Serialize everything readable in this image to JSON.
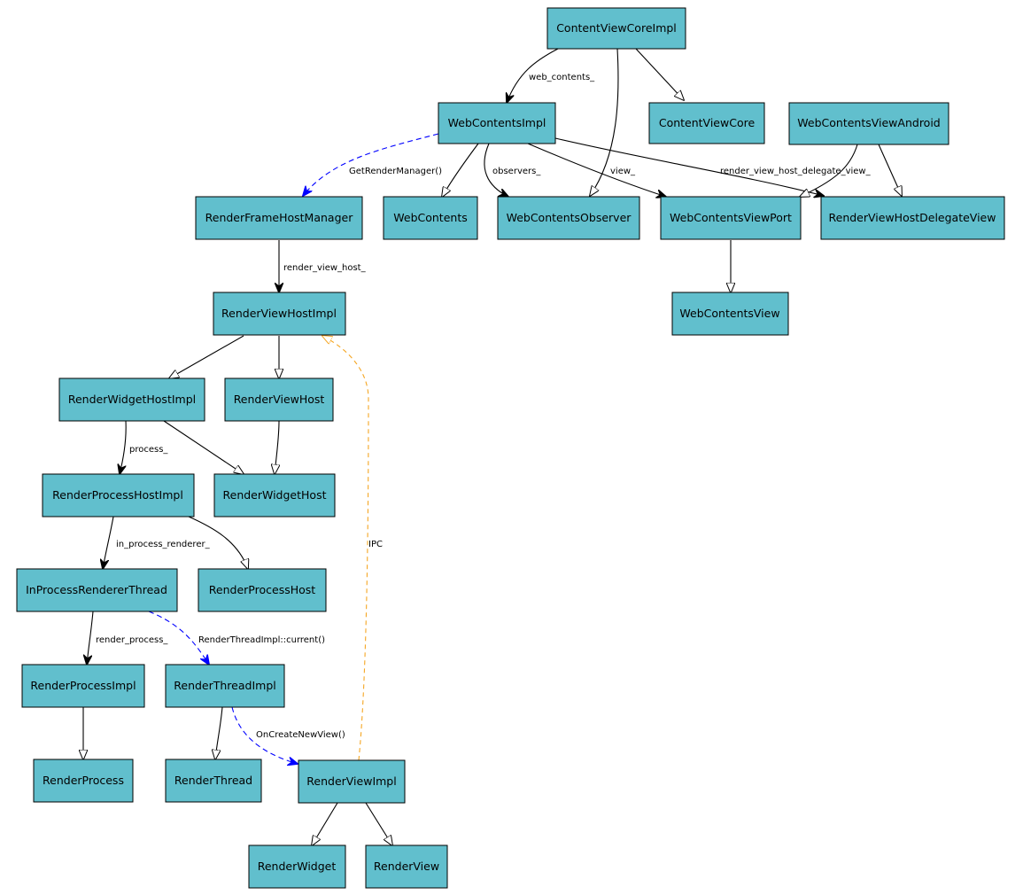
{
  "nodes": {
    "ContentViewCoreImpl": "ContentViewCoreImpl",
    "WebContentsImpl": "WebContentsImpl",
    "ContentViewCore": "ContentViewCore",
    "WebContentsViewAndroid": "WebContentsViewAndroid",
    "RenderFrameHostManager": "RenderFrameHostManager",
    "WebContents": "WebContents",
    "WebContentsObserver": "WebContentsObserver",
    "WebContentsViewPort": "WebContentsViewPort",
    "RenderViewHostDelegateView": "RenderViewHostDelegateView",
    "WebContentsView": "WebContentsView",
    "RenderViewHostImpl": "RenderViewHostImpl",
    "RenderWidgetHostImpl": "RenderWidgetHostImpl",
    "RenderViewHost": "RenderViewHost",
    "RenderProcessHostImpl": "RenderProcessHostImpl",
    "RenderWidgetHost": "RenderWidgetHost",
    "InProcessRendererThread": "InProcessRendererThread",
    "RenderProcessHost": "RenderProcessHost",
    "RenderProcessImpl": "RenderProcessImpl",
    "RenderThreadImpl": "RenderThreadImpl",
    "RenderProcess": "RenderProcess",
    "RenderThread": "RenderThread",
    "RenderViewImpl": "RenderViewImpl",
    "RenderWidget": "RenderWidget",
    "RenderView": "RenderView"
  },
  "edge_labels": {
    "web_contents": "web_contents_",
    "get_render_manager": "GetRenderManager()",
    "observers": "observers_",
    "view": "view_",
    "render_view_host_delegate_view": "render_view_host_delegate_view_",
    "render_view_host": "render_view_host_",
    "process": "process_",
    "ipc": "IPC",
    "in_process_renderer": "in_process_renderer_",
    "render_process": "render_process_",
    "render_thread_current": "RenderThreadImpl::current()",
    "on_create_new_view": "OnCreateNewView()"
  },
  "colors": {
    "node_fill": "#61bfcd",
    "solid_edge": "#000000",
    "call_edge": "#0000ff",
    "ipc_edge": "#f5a623"
  }
}
